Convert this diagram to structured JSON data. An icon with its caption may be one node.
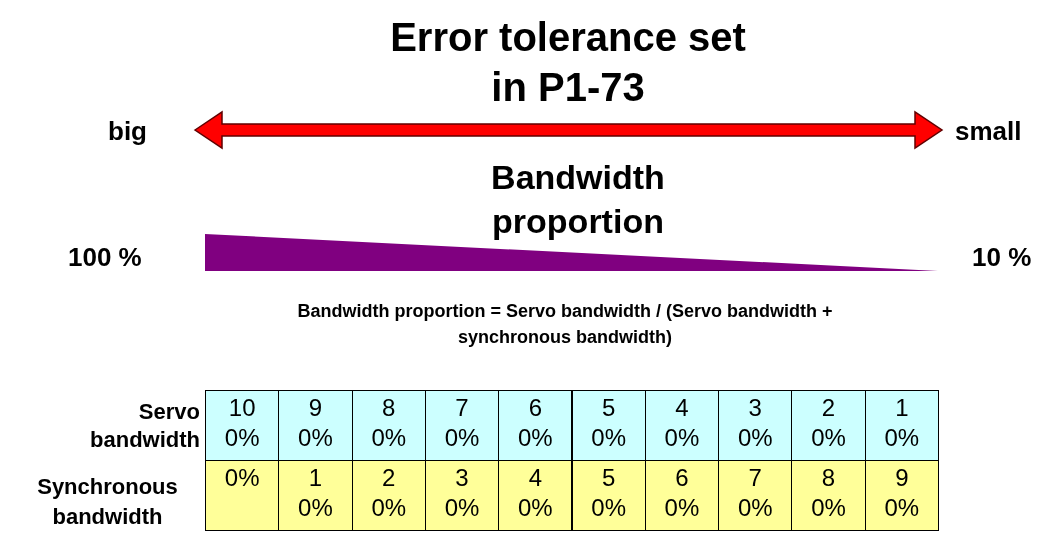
{
  "diagram": {
    "title": "Error tolerance set in P1-73",
    "nodes": [
      {
        "text": [],
        "shape": "triangle"
      }
    ],
    "labels": [
      "big",
      "small",
      "Bandwidth proportion",
      "100 %",
      "10 %",
      "Bandwidth proportion = Servo bandwidth / (Servo bandwidth + synchronous bandwidth)",
      "Servo bandwidth",
      "100%",
      "90%",
      "80%",
      "70%",
      "60%",
      "50%",
      "40%",
      "30%",
      "20%",
      "10%",
      "Synchronous bandwidth",
      "0%",
      "10%",
      "20%",
      "30%",
      "40%",
      "50%",
      "60%",
      "70%",
      "80%",
      "90%"
    ]
  }
}
